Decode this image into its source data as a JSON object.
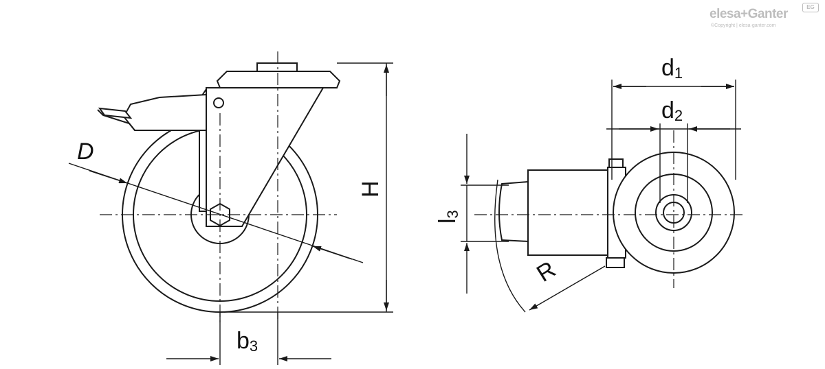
{
  "brand": {
    "name": "elesa+Ganter",
    "copyright": "©Copyright | elesa-ganter.com",
    "badge": "EG"
  },
  "dimensions": {
    "D": "D",
    "H": "H",
    "b3": {
      "base": "b",
      "sub": "3"
    },
    "d1": {
      "base": "d",
      "sub": "1"
    },
    "d2": {
      "base": "d",
      "sub": "2"
    },
    "l3": {
      "base": "l",
      "sub": "3"
    },
    "R": "R"
  },
  "colors": {
    "line": "#1a1a1a",
    "fill": "#ffffff",
    "brand": "#bdbdbd"
  }
}
